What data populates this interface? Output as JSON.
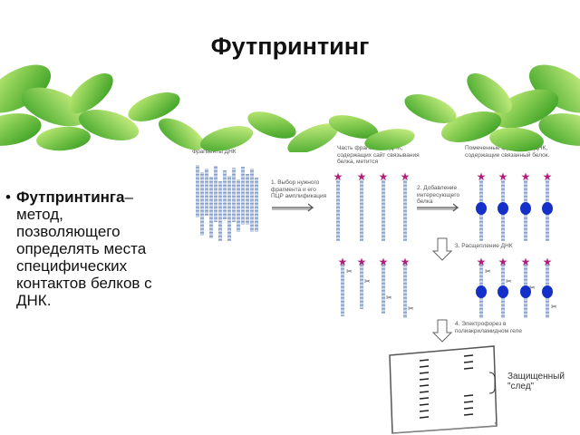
{
  "title": "Футпринтинг",
  "bullet": {
    "term": "Футпринтинга",
    "dash": "–",
    "rest": "метод, позволяющего определять места специфических контактов белков с ДНК."
  },
  "diagram": {
    "labels": {
      "fragments": "Фрагменты ДНК",
      "fragment_marked": "Часть фрагментов ДНК, содержащих сайт связывания белка, метится",
      "labeled_with_protein": "Помеченные фрагменты ДНК, содержащие связанный белок.",
      "step1": "1. Выбор нужного фрагмента и его ПЦР амплификация",
      "step2": "2. Добавление интересующего белка",
      "step3": "3. Расщепление ДНК",
      "step4": "4. Электрофорез в полиакриламидном геле",
      "protected_footprint": "Защищенный \"след\""
    },
    "colors": {
      "strand": "#9fb2d6",
      "star": "#b0207a",
      "protein": "#1530c8",
      "gel_border": "#666666",
      "band": "#222222"
    }
  }
}
